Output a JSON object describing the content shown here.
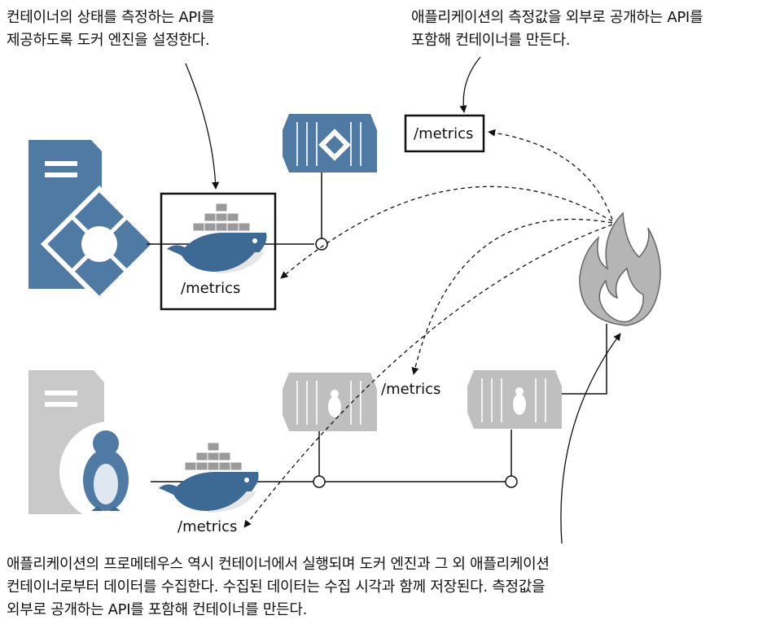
{
  "captions": {
    "top_left": [
      "컨테이너의 상태를 측정하는 API를",
      "제공하도록 도커 엔진을 설정한다."
    ],
    "top_right": [
      "애플리케이션의 측정값을 외부로 공개하는 API를",
      "포함해 컨테이너를 만든다."
    ],
    "bottom": [
      "애플리케이션의 프로메테우스 역시 컨테이너에서 실행되며 도커 엔진과 그 외 애플리케이션",
      "컨테이너로부터 데이터를 수집한다. 수집된 데이터는 수집 시각과 함께 저장된다. 측정값을",
      "외부로 공개하는 API를 포함해 컨테이너를 만든다."
    ]
  },
  "labels": {
    "metrics_top_container": "/metrics",
    "metrics_docker_windows": "/metrics",
    "metrics_linux_container": "/metrics",
    "metrics_docker_linux": "/metrics"
  },
  "icons": {
    "windows_server": "windows-server-icon",
    "linux_server": "linux-server-icon",
    "docker_engine": "docker-whale-icon",
    "container": "shipping-container-icon",
    "prometheus": "prometheus-flame-icon"
  },
  "colors": {
    "windows_blue": "#4f7aa3",
    "linux_gray": "#c9c9c9",
    "container_gray": "#bfbfbf",
    "flame_gray": "#b5b5b5",
    "docker_blue": "#3d6a95"
  }
}
